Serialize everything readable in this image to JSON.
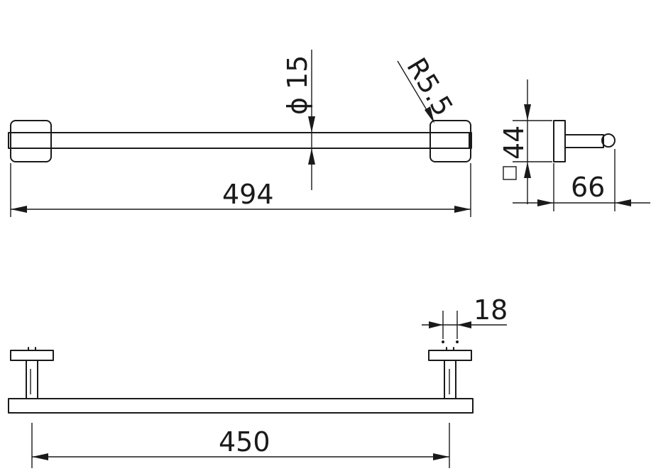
{
  "dimensions": {
    "overall_length": "494",
    "bar_diameter_symbol": "ϕ",
    "bar_diameter": "15",
    "corner_radius": "R5.5",
    "mount_height": "44",
    "square_symbol": "□",
    "projection": "66",
    "post_width": "18",
    "center_distance": "450"
  }
}
